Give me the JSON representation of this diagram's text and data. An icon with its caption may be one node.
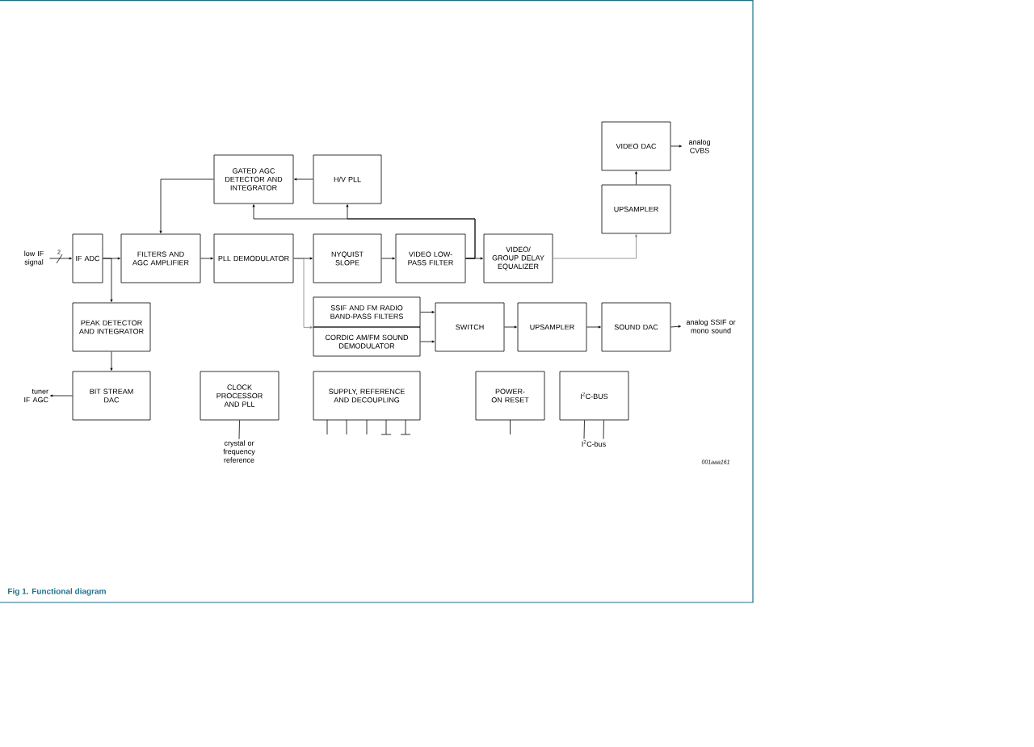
{
  "diagram": {
    "caption": "Fig 1. Functional diagram",
    "nodes": [
      {
        "text": [
          "low IF signal"
        ]
      },
      {
        "text": [
          "IF ADC"
        ]
      },
      {
        "text": [
          "FILTERS AND AGC AMPLIFIER"
        ]
      },
      {
        "text": [
          "PLL DEMODULATOR"
        ]
      },
      {
        "text": [
          "NYQUIST SLOPE"
        ]
      },
      {
        "text": [
          "VIDEO LOW-PASS FILTER"
        ]
      },
      {
        "text": [
          "VIDEO/ GROUP DELAY EQUALIZER"
        ]
      },
      {
        "text": [
          "GATED AGC DETECTOR AND INTEGRATOR"
        ]
      },
      {
        "text": [
          "H/V PLL"
        ]
      },
      {
        "text": [
          "UPSAMPLER"
        ]
      },
      {
        "text": [
          "VIDEO DAC"
        ]
      },
      {
        "text": [
          "analog CVBS"
        ]
      },
      {
        "text": [
          "PEAK DETECTOR AND INTEGRATOR"
        ]
      },
      {
        "text": [
          "BIT STREAM DAC"
        ]
      },
      {
        "text": [
          "tuner IF AGC"
        ]
      },
      {
        "text": [
          "SSIF AND FM RADIO BAND-PASS FILTERS"
        ]
      },
      {
        "text": [
          "CORDIC AM/FM SOUND DEMODULATOR"
        ]
      },
      {
        "text": [
          "SWITCH"
        ]
      },
      {
        "text": [
          "UPSAMPLER"
        ]
      },
      {
        "text": [
          "SOUND DAC"
        ]
      },
      {
        "text": [
          "analog SSIF or mono sound"
        ]
      },
      {
        "text": [
          "CLOCK PROCESSOR AND PLL"
        ]
      },
      {
        "text": [
          "crystal or frequency reference"
        ]
      },
      {
        "text": [
          "SUPPLY, REFERENCE AND DECOUPLING"
        ]
      },
      {
        "text": [
          "POWER-ON RESET"
        ]
      },
      {
        "text": [
          "I$^{2}$C-BUS"
        ]
      },
      {
        "text": [
          "I$^{2}$C-bus"
        ]
      }
    ],
    "edges": [
      {
        "from": 0,
        "to": 1,
        "arrow": "to"
      },
      {
        "from": 1,
        "to": 2,
        "arrow": "to"
      },
      {
        "from": 1,
        "to": 12,
        "arrow": "to"
      },
      {
        "from": 2,
        "to": 3,
        "arrow": "to"
      },
      {
        "from": 3,
        "to": 4,
        "arrow": "to"
      },
      {
        "from": 3,
        "to": 15,
        "arrow": "to",
        "color": "#808080"
      },
      {
        "from": 4,
        "to": 5,
        "arrow": "to"
      },
      {
        "from": 5,
        "to": 6,
        "arrow": "to"
      },
      {
        "from": 5,
        "to": 7,
        "arrow": "to"
      },
      {
        "from": 5,
        "to": 8,
        "arrow": "to"
      },
      {
        "from": 7,
        "to": 2,
        "arrow": "to"
      },
      {
        "from": 8,
        "to": 7,
        "arrow": "to"
      },
      {
        "from": 6,
        "to": 9,
        "arrow": "to",
        "color": "#808080"
      },
      {
        "from": 9,
        "to": 10,
        "arrow": "to"
      },
      {
        "from": 10,
        "to": 11,
        "arrow": "to"
      },
      {
        "from": 12,
        "to": 13,
        "arrow": "to"
      },
      {
        "from": 13,
        "to": 14,
        "arrow": "to"
      },
      {
        "from": 15,
        "to": 17,
        "arrow": "to"
      },
      {
        "from": 16,
        "to": 17,
        "arrow": "to"
      },
      {
        "from": 17,
        "to": 18,
        "arrow": "to"
      },
      {
        "from": 18,
        "to": 19,
        "arrow": "to"
      },
      {
        "from": 19,
        "to": 20,
        "arrow": "to"
      },
      {
        "from": 21,
        "to": 22,
        "arrow": "none"
      },
      {
        "from": 25,
        "to": 26,
        "arrow": "none"
      },
      {
        "from": 25,
        "to": 26,
        "arrow": "none"
      }
    ],
    "labels": [
      "2",
      "001aaa161"
    ]
  }
}
